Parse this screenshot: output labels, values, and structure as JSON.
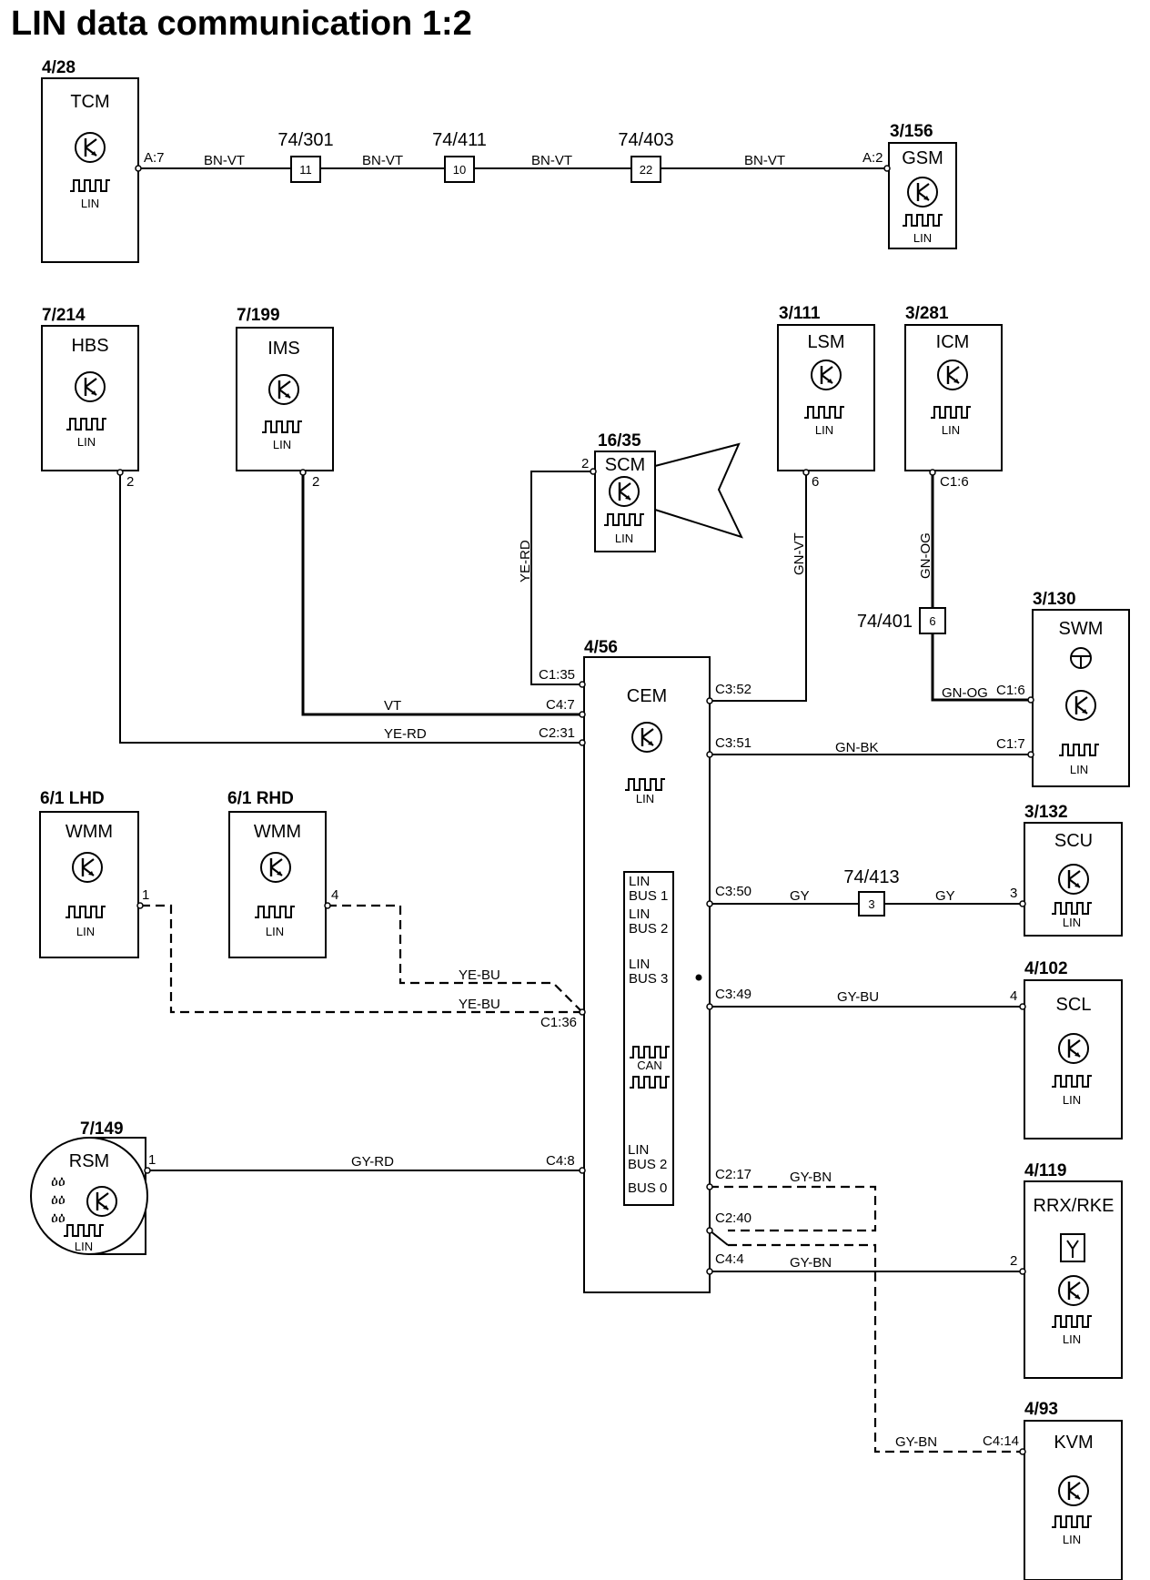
{
  "title": "LIN data communication 1:2",
  "modules": {
    "tcm": {
      "ref": "4/28",
      "name": "TCM",
      "sub": "LIN"
    },
    "gsm": {
      "ref": "3/156",
      "name": "GSM",
      "sub": "LIN"
    },
    "hbs": {
      "ref": "7/214",
      "name": "HBS",
      "sub": "LIN",
      "pin": "2"
    },
    "ims": {
      "ref": "7/199",
      "name": "IMS",
      "sub": "LIN",
      "pin": "2"
    },
    "lsm": {
      "ref": "3/111",
      "name": "LSM",
      "sub": "LIN",
      "pin": "6"
    },
    "icm": {
      "ref": "3/281",
      "name": "ICM",
      "sub": "LIN",
      "pin": "C1:6"
    },
    "scm": {
      "ref": "16/35",
      "name": "SCM",
      "sub": "LIN",
      "pin": "2"
    },
    "swm": {
      "ref": "3/130",
      "name": "SWM",
      "sub": "LIN",
      "pin1": "C1:6",
      "pin2": "C1:7"
    },
    "cem": {
      "ref": "4/56",
      "name": "CEM",
      "sub": "LIN"
    },
    "wmm_lhd": {
      "ref": "6/1 LHD",
      "name": "WMM",
      "sub": "LIN",
      "pin": "1"
    },
    "wmm_rhd": {
      "ref": "6/1 RHD",
      "name": "WMM",
      "sub": "LIN",
      "pin": "4"
    },
    "scu": {
      "ref": "3/132",
      "name": "SCU",
      "sub": "LIN",
      "pin": "3"
    },
    "scl": {
      "ref": "4/102",
      "name": "SCL",
      "sub": "LIN",
      "pin": "4"
    },
    "rsm": {
      "ref": "7/149",
      "name": "RSM",
      "sub": "LIN",
      "pin": "1"
    },
    "rrx": {
      "ref": "4/119",
      "name": "RRX/RKE",
      "sub": "LIN",
      "pin": "2"
    },
    "kvm": {
      "ref": "4/93",
      "name": "KVM",
      "sub": "LIN",
      "pin": "C4:14"
    }
  },
  "splices": {
    "s301": {
      "ref": "74/301",
      "num": "11"
    },
    "s411": {
      "ref": "74/411",
      "num": "10"
    },
    "s403": {
      "ref": "74/403",
      "num": "22"
    },
    "s401": {
      "ref": "74/401",
      "num": "6"
    },
    "s413": {
      "ref": "74/413",
      "num": "3"
    }
  },
  "pins": {
    "tcm_a7": "A:7",
    "gsm_a2": "A:2",
    "c135": "C1:35",
    "c47": "C4:7",
    "c231": "C2:31",
    "c136": "C1:36",
    "c48": "C4:8",
    "c352": "C3:52",
    "c351": "C3:51",
    "c350": "C3:50",
    "c349": "C3:49",
    "c217": "C2:17",
    "c240": "C2:40",
    "c44": "C4:4"
  },
  "wires": {
    "bn_vt": "BN-VT",
    "ye_rd": "YE-RD",
    "vt": "VT",
    "gn_vt": "GN-VT",
    "gn_og": "GN-OG",
    "gn_bk": "GN-BK",
    "gy": "GY",
    "gy_bu": "GY-BU",
    "ye_bu": "YE-BU",
    "gy_rd": "GY-RD",
    "gy_bn": "GY-BN"
  },
  "cem_bus": {
    "lin": "LIN",
    "bus1": "BUS 1",
    "bus2": "BUS 2",
    "bus3": "BUS 3",
    "can": "CAN",
    "bus0": "BUS 0"
  }
}
